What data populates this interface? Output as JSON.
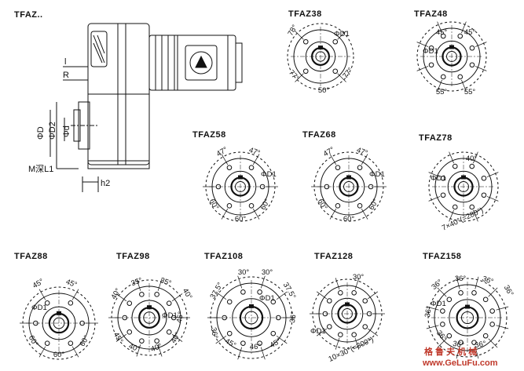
{
  "colors": {
    "line": "#111111",
    "watermark": "#c0392b",
    "background": "#ffffff"
  },
  "main_title": "TFAZ..",
  "side_view": {
    "labels": [
      "l",
      "R",
      "ΦD",
      "ΦD2",
      "Φd",
      "M深L1",
      "h2"
    ]
  },
  "flanges": [
    {
      "id": "tfaz38",
      "title": "TFAZ38",
      "dim_label": "ΦD1",
      "angles": [
        "78°",
        "77°",
        "50°",
        "77°"
      ]
    },
    {
      "id": "tfaz48",
      "title": "TFAZ48",
      "dim_label": "ΦD1",
      "angles": [
        "45°",
        "45°",
        "55°",
        "55°"
      ]
    },
    {
      "id": "tfaz58",
      "title": "TFAZ58",
      "dim_label": "ΦD1",
      "angles": [
        "47°",
        "47°",
        "60°",
        "60°",
        "60°"
      ]
    },
    {
      "id": "tfaz68",
      "title": "TFAZ68",
      "dim_label": "ΦD1",
      "angles": [
        "47°",
        "47°",
        "60°",
        "60°",
        "60°"
      ]
    },
    {
      "id": "tfaz78",
      "title": "TFAZ78",
      "dim_label": "ΦD1",
      "angles": [
        "40°",
        "7×40°(=280°)"
      ]
    },
    {
      "id": "tfaz88",
      "title": "TFAZ88",
      "dim_label": "ΦD1",
      "angles": [
        "45°",
        "45°",
        "60°",
        "60°",
        "60°"
      ]
    },
    {
      "id": "tfaz98",
      "title": "TFAZ98",
      "dim_label": "ΦD1",
      "angles": [
        "40°",
        "35°",
        "35°",
        "40°",
        "45°",
        "45°",
        "40°",
        "40°",
        "40°"
      ]
    },
    {
      "id": "tfaz108",
      "title": "TFAZ108",
      "dim_label": "ΦD1",
      "angles": [
        "37.5°",
        "30°",
        "30°",
        "37.5°",
        "36°",
        "36°",
        "45°",
        "46°",
        "45°"
      ]
    },
    {
      "id": "tfaz128",
      "title": "TFAZ128",
      "dim_label": "ΦD1",
      "angles": [
        "30°",
        "10×30°(=300°)"
      ]
    },
    {
      "id": "tfaz158",
      "title": "TFAZ158",
      "dim_label": "ΦD1",
      "angles": [
        "36°",
        "36°",
        "36°",
        "36°",
        "36°",
        "36°",
        "36°",
        "36°"
      ]
    }
  ],
  "watermark": {
    "cn": "格 鲁 夫 机 械",
    "url": "www.GeLuFu.com"
  }
}
